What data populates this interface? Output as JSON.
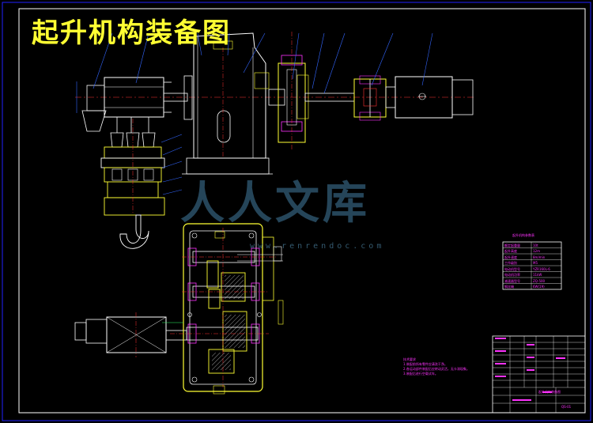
{
  "title": "起升机构装备图",
  "watermark": {
    "text": "人人文库",
    "url": "www.renrendoc.com"
  },
  "colors": {
    "background": "#000000",
    "frame": "#2222ff",
    "yellow": "#ffff33",
    "white": "#ffffff",
    "red": "#ff3333",
    "magenta": "#ff33ff",
    "green": "#33ff66",
    "cyan": "#33ffff",
    "watermark": "#2a4d63"
  },
  "spec_table": {
    "title": "起升机构参数表",
    "rows": [
      [
        "额定起重量",
        "10t"
      ],
      [
        "起升高度",
        "12m"
      ],
      [
        "起升速度",
        "8m/min"
      ],
      [
        "工作级别",
        "M5"
      ],
      [
        "电动机型号",
        "YZR160L-6"
      ],
      [
        "电动机功率",
        "11kW"
      ],
      [
        "减速器型号",
        "ZQ-500"
      ],
      [
        "钢丝绳",
        "6W(19)"
      ]
    ]
  },
  "notes": {
    "heading": "技术要求",
    "items": [
      "1.装配前所有零件应清洗干净。",
      "2.各运动部件装配后应转动灵活，无卡滞现象。",
      "3.装配后进行空载试车。"
    ]
  },
  "title_block": {
    "drawing_name": "起升机构装备图",
    "drawing_no": "QS-01"
  }
}
